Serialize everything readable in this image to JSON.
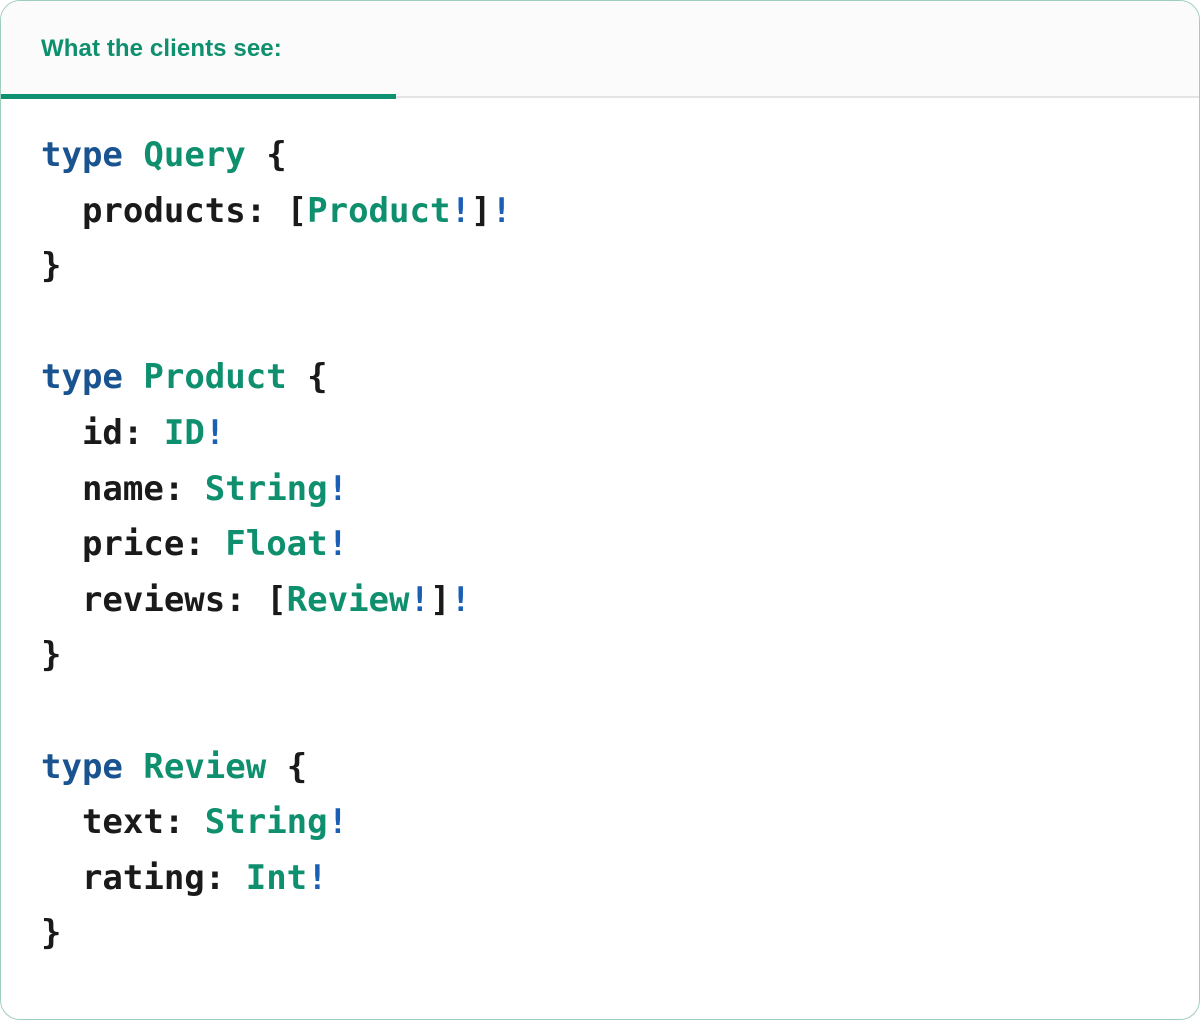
{
  "card": {
    "border_color": "#9ecfbc",
    "background": "#ffffff"
  },
  "tabbar": {
    "background": "#fbfbfb",
    "divider_color": "#e4e4e4",
    "active_tab": {
      "label": "What the clients see:",
      "color": "#0e8f6e",
      "underline_color": "#0e9170"
    }
  },
  "editor": {
    "language": "graphql",
    "colors": {
      "keyword": "#1a5490",
      "typename": "#0e8f6e",
      "plain": "#1a1a1a",
      "bang": "#1a5fb4",
      "punct": "#1a1a1a"
    },
    "lines": [
      {
        "tokens": [
          {
            "t": "type",
            "c": "keyword"
          },
          {
            "t": " ",
            "c": "plain"
          },
          {
            "t": "Query",
            "c": "typename"
          },
          {
            "t": " ",
            "c": "plain"
          },
          {
            "t": "{",
            "c": "punct"
          }
        ]
      },
      {
        "tokens": [
          {
            "t": "  products",
            "c": "field"
          },
          {
            "t": ": ",
            "c": "punct"
          },
          {
            "t": "[",
            "c": "punct"
          },
          {
            "t": "Product",
            "c": "typename"
          },
          {
            "t": "!",
            "c": "bang"
          },
          {
            "t": "]",
            "c": "punct"
          },
          {
            "t": "!",
            "c": "bang"
          }
        ]
      },
      {
        "tokens": [
          {
            "t": "}",
            "c": "punct"
          }
        ]
      },
      {
        "tokens": []
      },
      {
        "tokens": [
          {
            "t": "type",
            "c": "keyword"
          },
          {
            "t": " ",
            "c": "plain"
          },
          {
            "t": "Product",
            "c": "typename"
          },
          {
            "t": " ",
            "c": "plain"
          },
          {
            "t": "{",
            "c": "punct"
          }
        ]
      },
      {
        "tokens": [
          {
            "t": "  id",
            "c": "field"
          },
          {
            "t": ": ",
            "c": "punct"
          },
          {
            "t": "ID",
            "c": "typename"
          },
          {
            "t": "!",
            "c": "bang"
          }
        ]
      },
      {
        "tokens": [
          {
            "t": "  name",
            "c": "field"
          },
          {
            "t": ": ",
            "c": "punct"
          },
          {
            "t": "String",
            "c": "typename"
          },
          {
            "t": "!",
            "c": "bang"
          }
        ]
      },
      {
        "tokens": [
          {
            "t": "  price",
            "c": "field"
          },
          {
            "t": ": ",
            "c": "punct"
          },
          {
            "t": "Float",
            "c": "typename"
          },
          {
            "t": "!",
            "c": "bang"
          }
        ]
      },
      {
        "tokens": [
          {
            "t": "  reviews",
            "c": "field"
          },
          {
            "t": ": ",
            "c": "punct"
          },
          {
            "t": "[",
            "c": "punct"
          },
          {
            "t": "Review",
            "c": "typename"
          },
          {
            "t": "!",
            "c": "bang"
          },
          {
            "t": "]",
            "c": "punct"
          },
          {
            "t": "!",
            "c": "bang"
          }
        ]
      },
      {
        "tokens": [
          {
            "t": "}",
            "c": "punct"
          }
        ]
      },
      {
        "tokens": []
      },
      {
        "tokens": [
          {
            "t": "type",
            "c": "keyword"
          },
          {
            "t": " ",
            "c": "plain"
          },
          {
            "t": "Review",
            "c": "typename"
          },
          {
            "t": " ",
            "c": "plain"
          },
          {
            "t": "{",
            "c": "punct"
          }
        ]
      },
      {
        "tokens": [
          {
            "t": "  text",
            "c": "field"
          },
          {
            "t": ": ",
            "c": "punct"
          },
          {
            "t": "String",
            "c": "typename"
          },
          {
            "t": "!",
            "c": "bang"
          }
        ]
      },
      {
        "tokens": [
          {
            "t": "  rating",
            "c": "field"
          },
          {
            "t": ": ",
            "c": "punct"
          },
          {
            "t": "Int",
            "c": "typename"
          },
          {
            "t": "!",
            "c": "bang"
          }
        ]
      },
      {
        "tokens": [
          {
            "t": "}",
            "c": "punct"
          }
        ]
      }
    ]
  }
}
